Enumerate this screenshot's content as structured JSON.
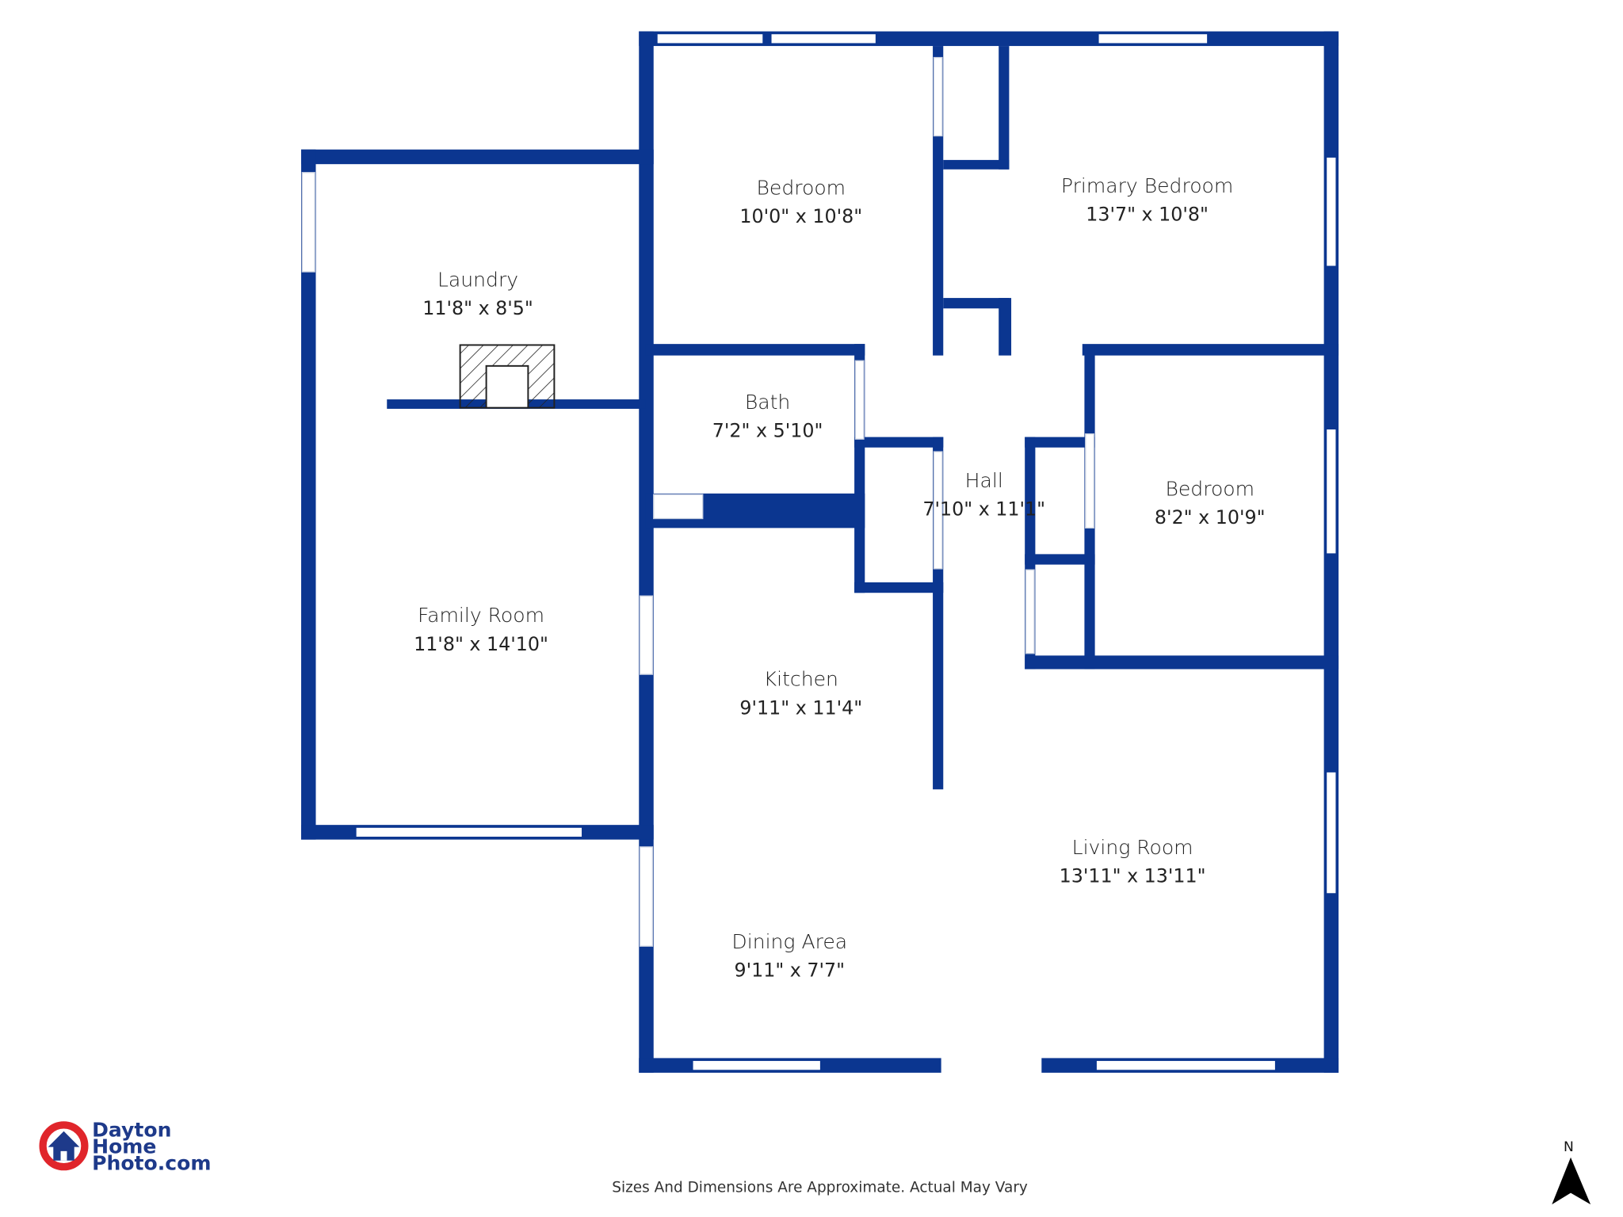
{
  "rooms": [
    {
      "name": "Laundry",
      "dims": "11'8\" x 8'5\""
    },
    {
      "name": "Bedroom",
      "dims": "10'0\" x 10'8\""
    },
    {
      "name": "Primary Bedroom",
      "dims": "13'7\" x 10'8\""
    },
    {
      "name": "Bath",
      "dims": "7'2\" x 5'10\""
    },
    {
      "name": "Hall",
      "dims": "7'10\" x 11'1\""
    },
    {
      "name": "Bedroom",
      "dims": "8'2\" x 10'9\""
    },
    {
      "name": "Family Room",
      "dims": "11'8\" x 14'10\""
    },
    {
      "name": "Kitchen",
      "dims": "9'11\" x 11'4\""
    },
    {
      "name": "Living Room",
      "dims": "13'11\" x 13'11\""
    },
    {
      "name": "Dining Area",
      "dims": "9'11\" x 7'7\""
    }
  ],
  "logo": {
    "line1": "Dayton",
    "line2": "Home",
    "line3": "Photo.com"
  },
  "disclaimer": "Sizes And Dimensions Are Approximate. Actual May Vary",
  "compass": {
    "label": "N"
  },
  "colors": {
    "wall": "#0b3690",
    "logo_red": "#e0252b"
  }
}
